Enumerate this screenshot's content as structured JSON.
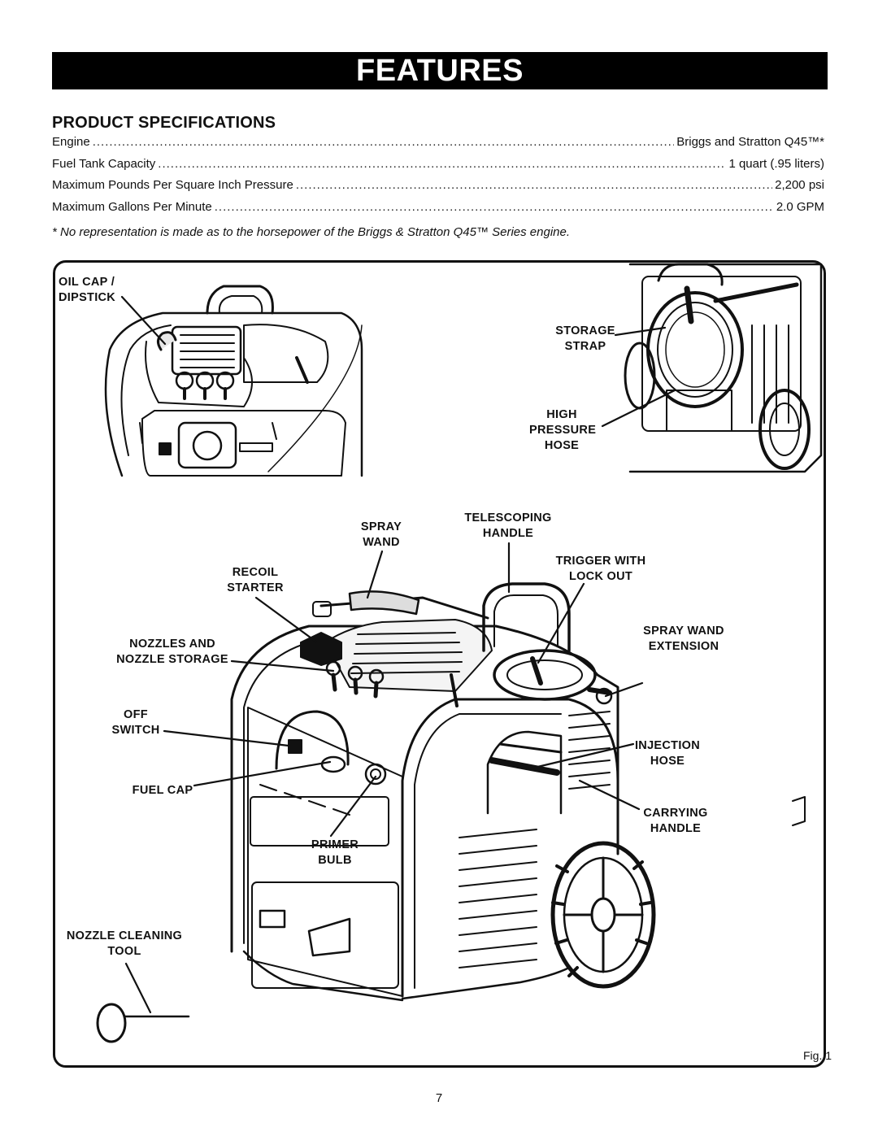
{
  "banner": {
    "title": "FEATURES"
  },
  "specs": {
    "heading": "PRODUCT SPECIFICATIONS",
    "rows": [
      {
        "label": "Engine",
        "value": "Briggs and Stratton Q45™*"
      },
      {
        "label": "Fuel Tank Capacity",
        "value": "1 quart (.95 liters)"
      },
      {
        "label": "Maximum Pounds Per Square Inch Pressure",
        "value": "2,200 psi"
      },
      {
        "label": "Maximum Gallons Per Minute",
        "value": "2.0 GPM"
      }
    ],
    "footnote": "* No representation is made as to the horsepower of the Briggs & Stratton Q45™ Series engine."
  },
  "figure": {
    "callouts": {
      "oil_cap": "OIL CAP /\nDIPSTICK",
      "storage_strap": "STORAGE\nSTRAP",
      "high_pressure_hose": "HIGH\nPRESSURE\nHOSE",
      "spray_wand": "SPRAY\nWAND",
      "telescoping_handle": "TELESCOPING\nHANDLE",
      "trigger_lock": "TRIGGER WITH\nLOCK OUT",
      "recoil_starter": "RECOIL\nSTARTER",
      "spray_wand_extension": "SPRAY WAND\nEXTENSION",
      "nozzles": "NOZZLES AND\nNOZZLE STORAGE",
      "off_switch": "OFF\nSWITCH",
      "injection_hose": "INJECTION\nHOSE",
      "fuel_cap": "FUEL CAP",
      "carrying_handle": "CARRYING\nHANDLE",
      "primer_bulb": "PRIMER\nBULB",
      "nozzle_cleaning_tool": "NOZZLE CLEANING\nTOOL"
    },
    "label": "Fig. 1"
  },
  "page": {
    "number": "7"
  }
}
